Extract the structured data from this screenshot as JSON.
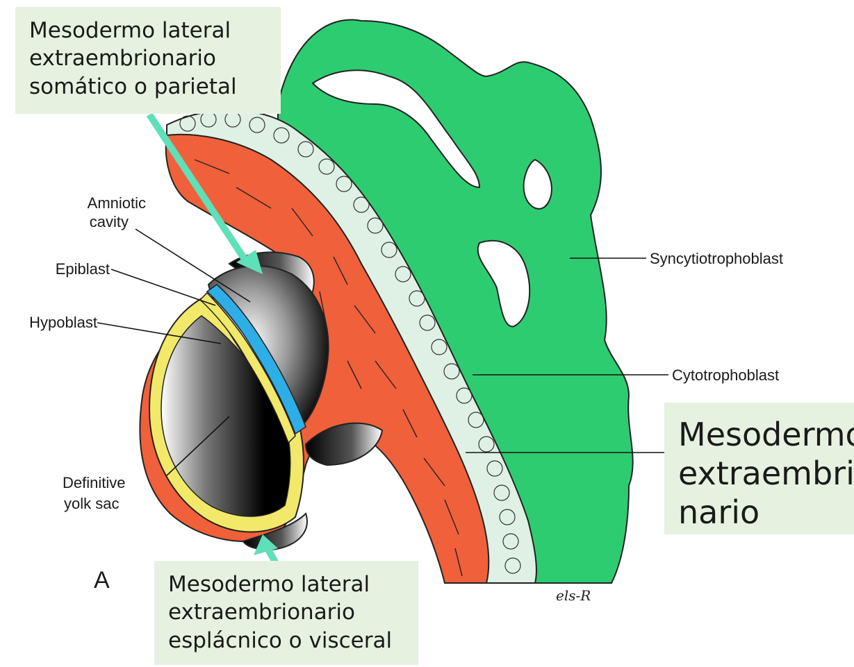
{
  "labels": {
    "amniotic_cavity_line1": "Amniotic",
    "amniotic_cavity_line2": "cavity",
    "epiblast": "Epiblast",
    "hypoblast": "Hypoblast",
    "definitive_yolk_sac_line1": "Definitive",
    "definitive_yolk_sac_line2": "yolk sac",
    "syncytiotrophoblast": "Syncytiotrophoblast",
    "cytotrophoblast": "Cytotrophoblast",
    "panel_letter": "A",
    "signature": "els-R"
  },
  "callouts": {
    "top": [
      "Mesodermo lateral",
      "extraembrionario",
      "somático o parietal"
    ],
    "bottom": [
      "Mesodermo lateral",
      "extraembrionario",
      "esplácnico o visceral"
    ],
    "right": [
      "Mesodermo",
      "extraembrio",
      "nario"
    ]
  },
  "colors": {
    "syncytiotrophoblast": "#2ecc71",
    "cytotrophoblast": "#dff0e4",
    "extraembryonic_mesoderm": "#f0603a",
    "epiblast": "#2eaee6",
    "hypoblast": "#f2e86a",
    "arrow": "#5fe0b8",
    "callout_bg": "#e6f2df"
  }
}
